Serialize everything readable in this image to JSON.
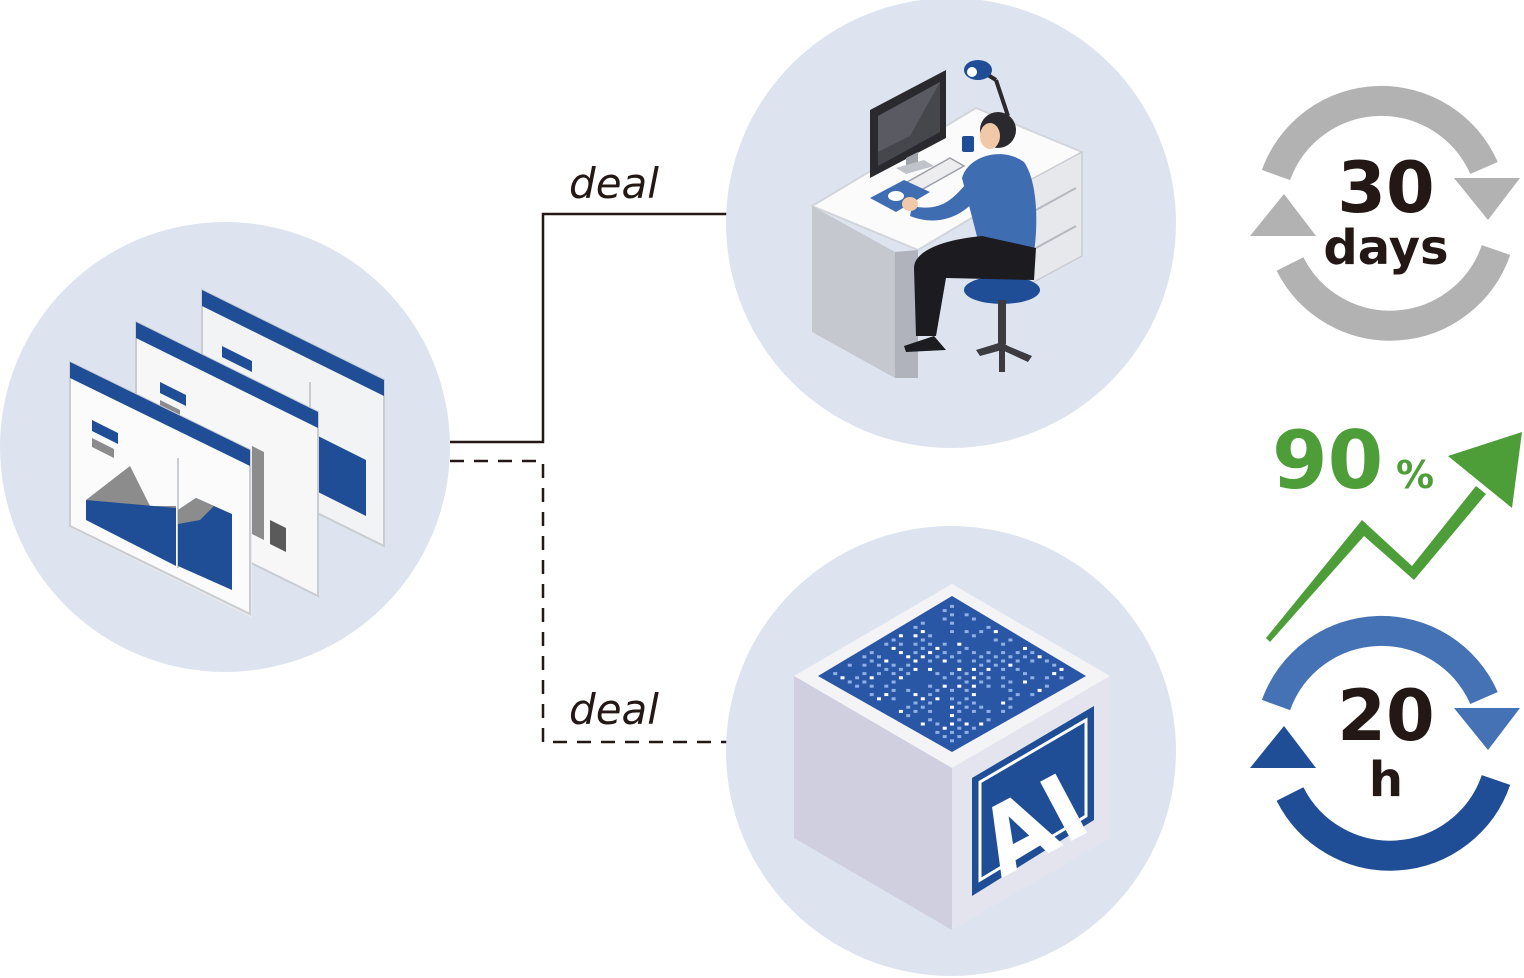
{
  "connectors": {
    "upper_label": "deal",
    "lower_label": "deal"
  },
  "cube": {
    "badge_text": "AI"
  },
  "stats": {
    "manual": {
      "number": "30",
      "unit": "days"
    },
    "gain": {
      "number": "90",
      "unit": "%"
    },
    "ai": {
      "number": "20",
      "unit": "h"
    }
  },
  "colors": {
    "circle_bg": "#dde4ef",
    "brand_blue": "#1f4e96",
    "mid_blue": "#4472b4",
    "gray_arrow": "#b2b2b2",
    "green": "#4d9e38",
    "text_dark": "#231815"
  },
  "icons": {
    "documents": "document-windows-icon",
    "worker": "person-at-desk-icon",
    "ai_cube": "ai-chip-cube-icon",
    "cycle_gray": "refresh-cycle-icon",
    "trend": "trend-up-arrow-icon",
    "cycle_blue": "refresh-cycle-icon"
  }
}
